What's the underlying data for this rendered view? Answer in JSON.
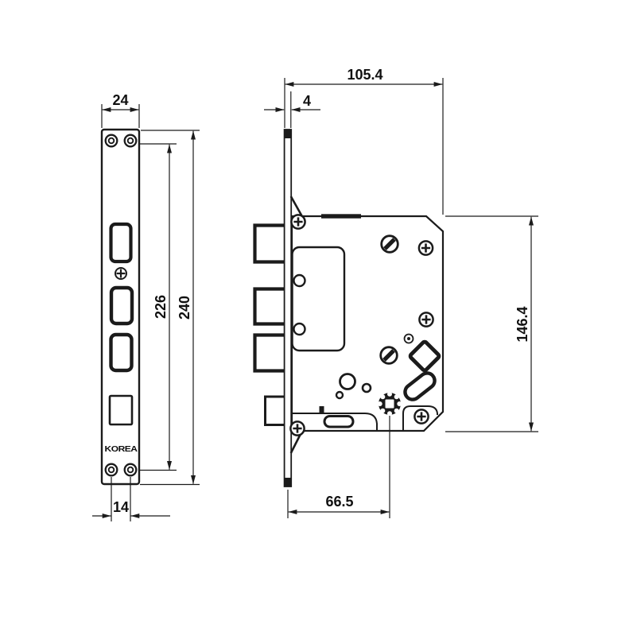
{
  "drawing": {
    "brand": "KOREA"
  },
  "dims": {
    "plate_width": "24",
    "screw_span": "226",
    "plate_height": "240",
    "screw_pitch": "14",
    "body_depth": "105.4",
    "plate_thickness": "4",
    "body_height": "146.4",
    "backset": "66.5"
  },
  "colors": {
    "line": "#1b1b1b",
    "text": "#101010",
    "background": "#ffffff"
  }
}
